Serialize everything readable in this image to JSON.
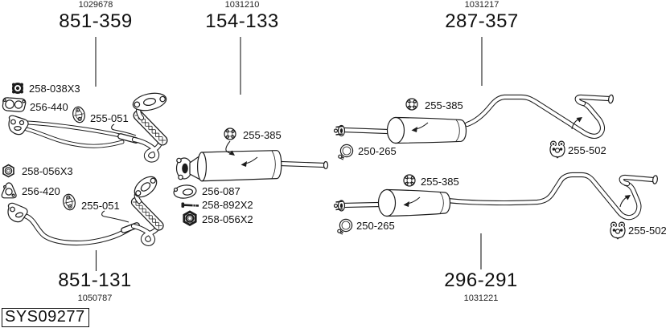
{
  "drawing_code": "SYS09277",
  "colors": {
    "line": "#1c1c1c",
    "background": "#ffffff",
    "text": "#111111"
  },
  "assemblies": [
    {
      "name": "front-pipe-top",
      "oe_ref": "1029678",
      "part_number": "851-359"
    },
    {
      "name": "center-silencer",
      "oe_ref": "1031210",
      "part_number": "154-133"
    },
    {
      "name": "rear-silencer-top",
      "oe_ref": "1031217",
      "part_number": "287-357"
    },
    {
      "name": "front-pipe-bottom",
      "oe_ref": "1050787",
      "part_number": "851-131"
    },
    {
      "name": "rear-silencer-bottom",
      "oe_ref": "1031221",
      "part_number": "296-291"
    }
  ],
  "components": [
    {
      "part_number": "258-038X3",
      "icon": "flange-nut-icon"
    },
    {
      "part_number": "256-440",
      "icon": "twin-hole-gasket-icon"
    },
    {
      "part_number": "255-051",
      "icon": "pipe-clamp-icon"
    },
    {
      "part_number": "258-056X3",
      "icon": "hex-nut-icon"
    },
    {
      "part_number": "256-420",
      "icon": "triangular-gasket-icon"
    },
    {
      "part_number": "255-051",
      "icon": "pipe-clamp-icon"
    },
    {
      "part_number": "255-385",
      "icon": "mounting-clamp-icon"
    },
    {
      "part_number": "256-087",
      "icon": "oval-gasket-icon"
    },
    {
      "part_number": "258-892X2",
      "icon": "bolt-icon"
    },
    {
      "part_number": "258-056X2",
      "icon": "hex-nut-icon"
    },
    {
      "part_number": "255-385",
      "icon": "mounting-clamp-icon"
    },
    {
      "part_number": "250-265",
      "icon": "band-clamp-icon"
    },
    {
      "part_number": "255-502",
      "icon": "rubber-hanger-icon"
    },
    {
      "part_number": "255-385",
      "icon": "mounting-clamp-icon"
    },
    {
      "part_number": "250-265",
      "icon": "band-clamp-icon"
    },
    {
      "part_number": "255-502",
      "icon": "rubber-hanger-icon"
    }
  ]
}
